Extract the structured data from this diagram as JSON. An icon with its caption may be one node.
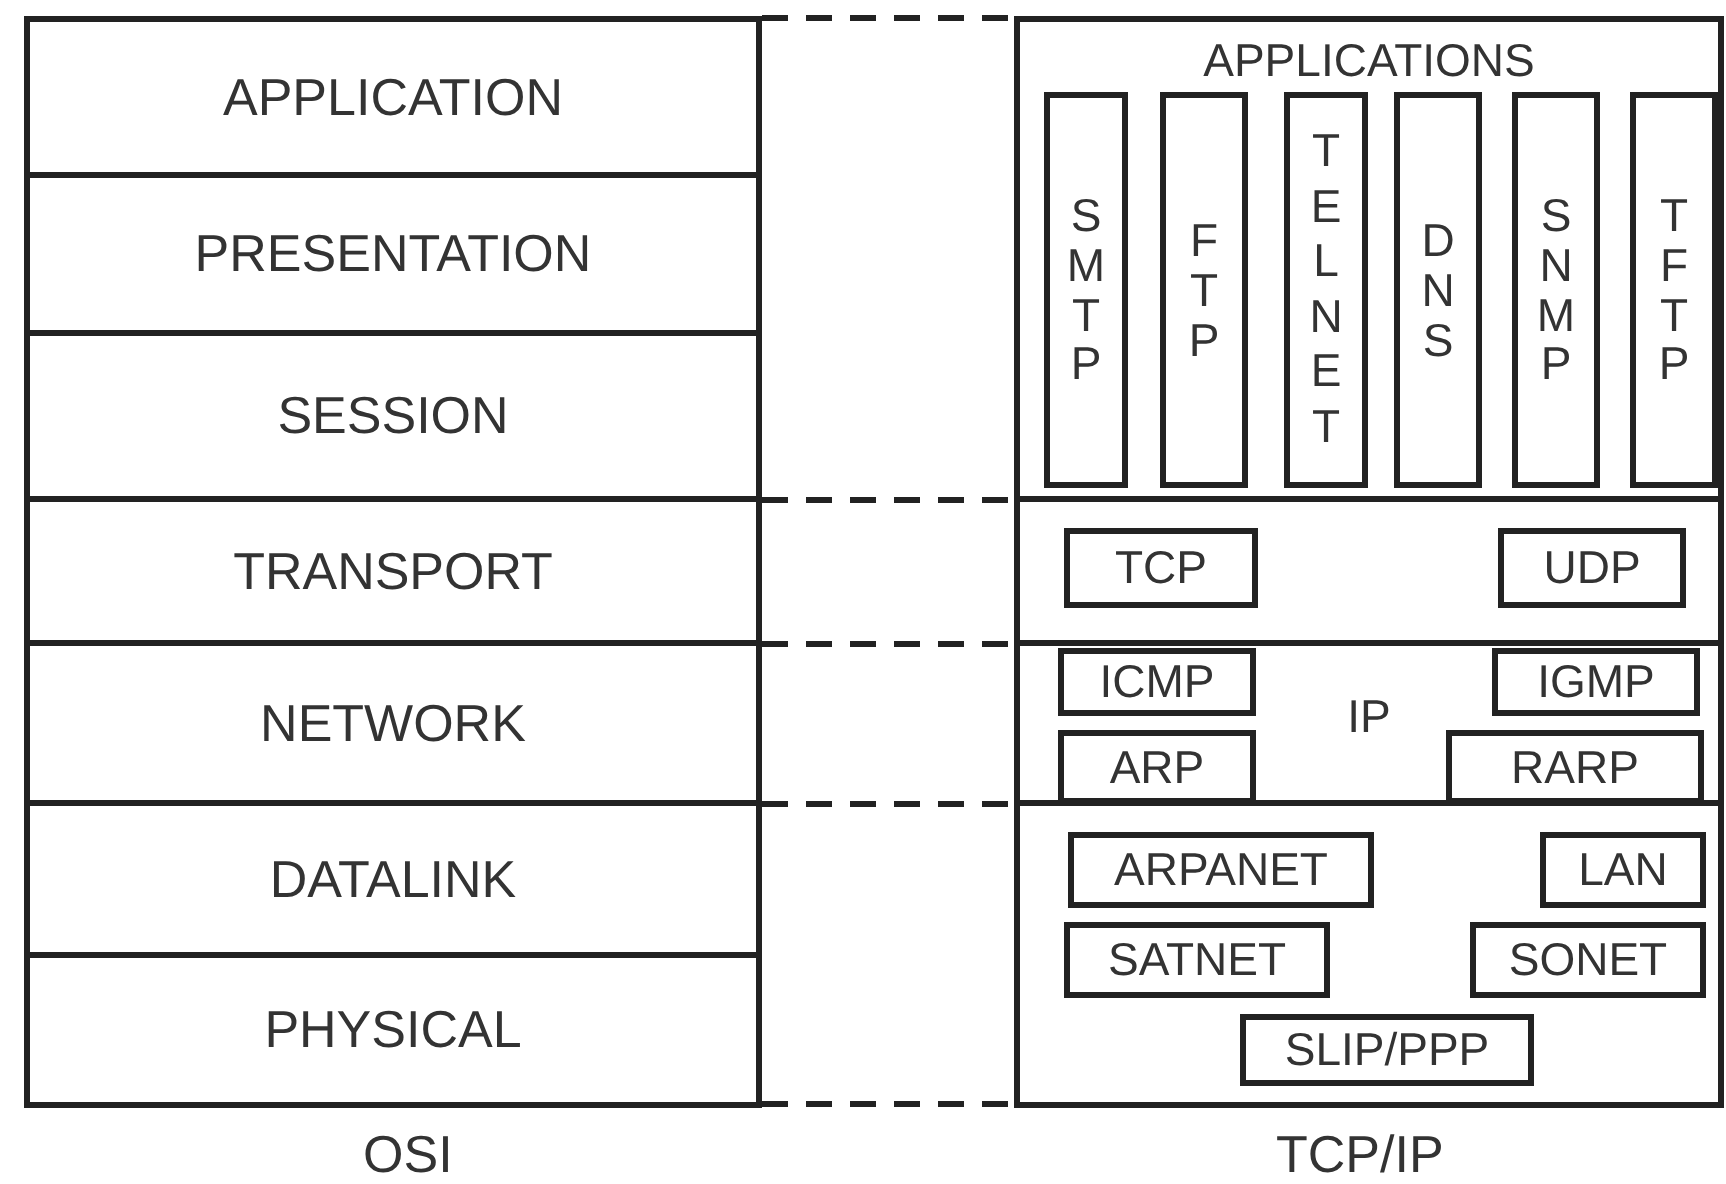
{
  "diagram": {
    "nodes": [
      {
        "text": [
          "APPLICATION"
        ]
      },
      {
        "text": [
          "PRESENTATION"
        ]
      },
      {
        "text": [
          "SESSION"
        ]
      },
      {
        "text": [
          "TRANSPORT"
        ]
      },
      {
        "text": [
          "NETWORK"
        ]
      },
      {
        "text": [
          "DATALINK"
        ]
      },
      {
        "text": [
          "PHYSICAL"
        ]
      },
      {
        "text": [
          "APPLICATIONS"
        ]
      },
      {
        "text": [
          "SMTP"
        ],
        "in": 7
      },
      {
        "text": [
          "FTP"
        ],
        "in": 7
      },
      {
        "text": [
          "TELNET"
        ],
        "in": 7
      },
      {
        "text": [
          "DNS"
        ],
        "in": 7
      },
      {
        "text": [
          "SNMP"
        ],
        "in": 7
      },
      {
        "text": [
          "TFTP"
        ],
        "in": 7
      },
      {
        "text": [],
        "shape": "box"
      },
      {
        "text": [
          "TCP"
        ],
        "in": 14
      },
      {
        "text": [
          "UDP"
        ],
        "in": 14
      },
      {
        "text": [
          "IP"
        ]
      },
      {
        "text": [
          "ICMP"
        ],
        "in": 17
      },
      {
        "text": [
          "IGMP"
        ],
        "in": 17
      },
      {
        "text": [
          "ARP"
        ],
        "in": 17
      },
      {
        "text": [
          "RARP"
        ],
        "in": 17
      },
      {
        "text": [],
        "shape": "box"
      },
      {
        "text": [
          "ARPANET"
        ],
        "in": 22
      },
      {
        "text": [
          "LAN"
        ],
        "in": 22
      },
      {
        "text": [
          "SATNET"
        ],
        "in": 22
      },
      {
        "text": [
          "SONET"
        ],
        "in": 22
      },
      {
        "text": [
          "SLIP/PPP"
        ],
        "in": 22
      }
    ],
    "edges": [],
    "labels": [
      "OSI",
      "TCP/IP"
    ]
  }
}
